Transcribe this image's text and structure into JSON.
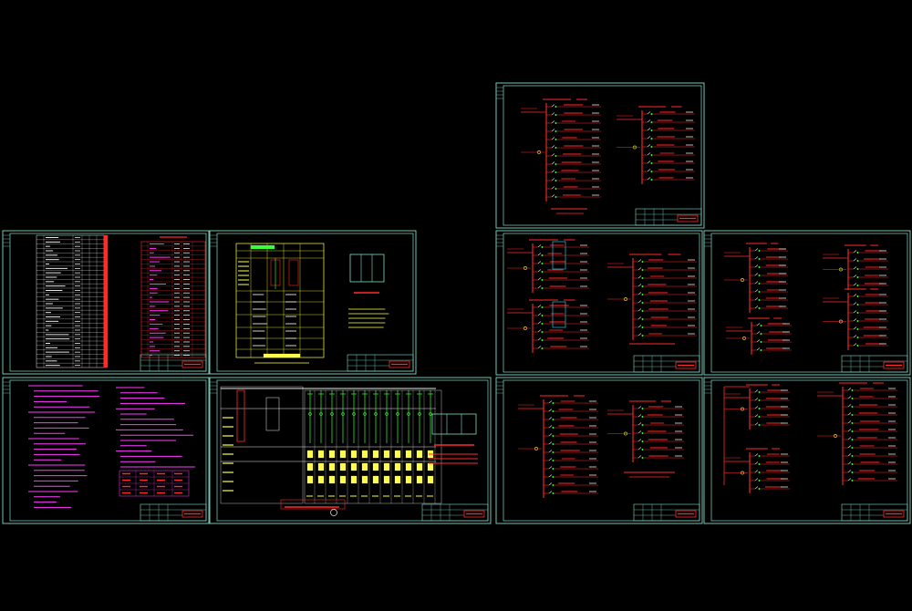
{
  "colors": {
    "background": "#000000",
    "frame": "#7fdcc8",
    "red": "#ff2a2a",
    "magenta": "#ff3cff",
    "yellow": "#ffff4a",
    "green": "#3aff3a",
    "white": "#e8e8e8",
    "cyan": "#3adcff"
  },
  "sheets": [
    {
      "id": "sheet-index-table",
      "kind": "tables"
    },
    {
      "id": "sheet-panel-elevation",
      "kind": "panel"
    },
    {
      "id": "sheet-top-schematic",
      "kind": "schematic"
    },
    {
      "id": "sheet-notes",
      "kind": "notes"
    },
    {
      "id": "sheet-single-line",
      "kind": "singleline"
    },
    {
      "id": "sheet-schematic-2",
      "kind": "schematic"
    },
    {
      "id": "sheet-schematic-3",
      "kind": "schematic"
    },
    {
      "id": "sheet-schematic-4",
      "kind": "schematic"
    },
    {
      "id": "sheet-schematic-5",
      "kind": "schematic"
    }
  ]
}
